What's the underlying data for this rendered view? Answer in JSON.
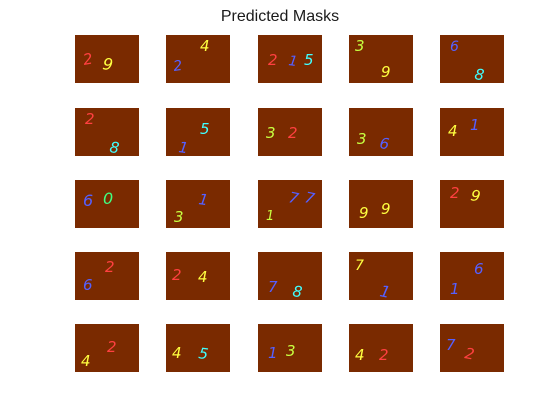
{
  "figure": {
    "title": "Predicted Masks",
    "background_color": "#7a2a00",
    "panels": [
      {
        "digits": [
          {
            "text": "2",
            "color": "#ff4040"
          },
          {
            "text": "9",
            "color": "#ffff40"
          }
        ]
      },
      {
        "digits": [
          {
            "text": "2",
            "color": "#5560ff"
          },
          {
            "text": "4",
            "color": "#ffff40"
          }
        ]
      },
      {
        "digits": [
          {
            "text": "2",
            "color": "#ff4040"
          },
          {
            "text": "1",
            "color": "#5560ff"
          },
          {
            "text": "5",
            "color": "#40ffff"
          }
        ]
      },
      {
        "digits": [
          {
            "text": "3",
            "color": "#c8ff40"
          },
          {
            "text": "9",
            "color": "#ffff40"
          }
        ]
      },
      {
        "digits": [
          {
            "text": "6",
            "color": "#5560ff"
          },
          {
            "text": "8",
            "color": "#40ffff"
          }
        ]
      },
      {
        "digits": [
          {
            "text": "2",
            "color": "#ff4040"
          },
          {
            "text": "8",
            "color": "#40ffff"
          }
        ]
      },
      {
        "digits": [
          {
            "text": "1",
            "color": "#5560ff"
          },
          {
            "text": "5",
            "color": "#40ffff"
          }
        ]
      },
      {
        "digits": [
          {
            "text": "3",
            "color": "#c8ff40"
          },
          {
            "text": "2",
            "color": "#ff4040"
          }
        ]
      },
      {
        "digits": [
          {
            "text": "3",
            "color": "#c8ff40"
          },
          {
            "text": "6",
            "color": "#5560ff"
          }
        ]
      },
      {
        "digits": [
          {
            "text": "4",
            "color": "#ffff40"
          },
          {
            "text": "1",
            "color": "#5560ff"
          }
        ]
      },
      {
        "digits": [
          {
            "text": "6",
            "color": "#5560ff"
          },
          {
            "text": "0",
            "color": "#40ff80"
          }
        ]
      },
      {
        "digits": [
          {
            "text": "3",
            "color": "#c8ff40"
          },
          {
            "text": "1",
            "color": "#5560ff"
          }
        ]
      },
      {
        "digits": [
          {
            "text": "1",
            "color": "#c8ff40"
          },
          {
            "text": "7",
            "color": "#5560ff"
          },
          {
            "text": "7",
            "color": "#5560ff"
          }
        ]
      },
      {
        "digits": [
          {
            "text": "9",
            "color": "#ffff40"
          },
          {
            "text": "9",
            "color": "#ffff40"
          }
        ]
      },
      {
        "digits": [
          {
            "text": "2",
            "color": "#ff4040"
          },
          {
            "text": "9",
            "color": "#ffff40"
          }
        ]
      },
      {
        "digits": [
          {
            "text": "6",
            "color": "#5560ff"
          },
          {
            "text": "2",
            "color": "#ff4040"
          }
        ]
      },
      {
        "digits": [
          {
            "text": "2",
            "color": "#ff4040"
          },
          {
            "text": "4",
            "color": "#ffff40"
          }
        ]
      },
      {
        "digits": [
          {
            "text": "7",
            "color": "#5560ff"
          },
          {
            "text": "8",
            "color": "#40ffff"
          }
        ]
      },
      {
        "digits": [
          {
            "text": "7",
            "color": "#ffff40"
          },
          {
            "text": "1",
            "color": "#5560ff"
          }
        ]
      },
      {
        "digits": [
          {
            "text": "1",
            "color": "#5560ff"
          },
          {
            "text": "6",
            "color": "#5560ff"
          }
        ]
      },
      {
        "digits": [
          {
            "text": "4",
            "color": "#ffff40"
          },
          {
            "text": "2",
            "color": "#ff4040"
          }
        ]
      },
      {
        "digits": [
          {
            "text": "4",
            "color": "#ffff40"
          },
          {
            "text": "5",
            "color": "#40ffff"
          }
        ]
      },
      {
        "digits": [
          {
            "text": "1",
            "color": "#5560ff"
          },
          {
            "text": "3",
            "color": "#c8ff40"
          }
        ]
      },
      {
        "digits": [
          {
            "text": "4",
            "color": "#ffff40"
          },
          {
            "text": "2",
            "color": "#ff4040"
          }
        ]
      },
      {
        "digits": [
          {
            "text": "7",
            "color": "#5560ff"
          },
          {
            "text": "2",
            "color": "#ff4040"
          }
        ]
      }
    ]
  }
}
